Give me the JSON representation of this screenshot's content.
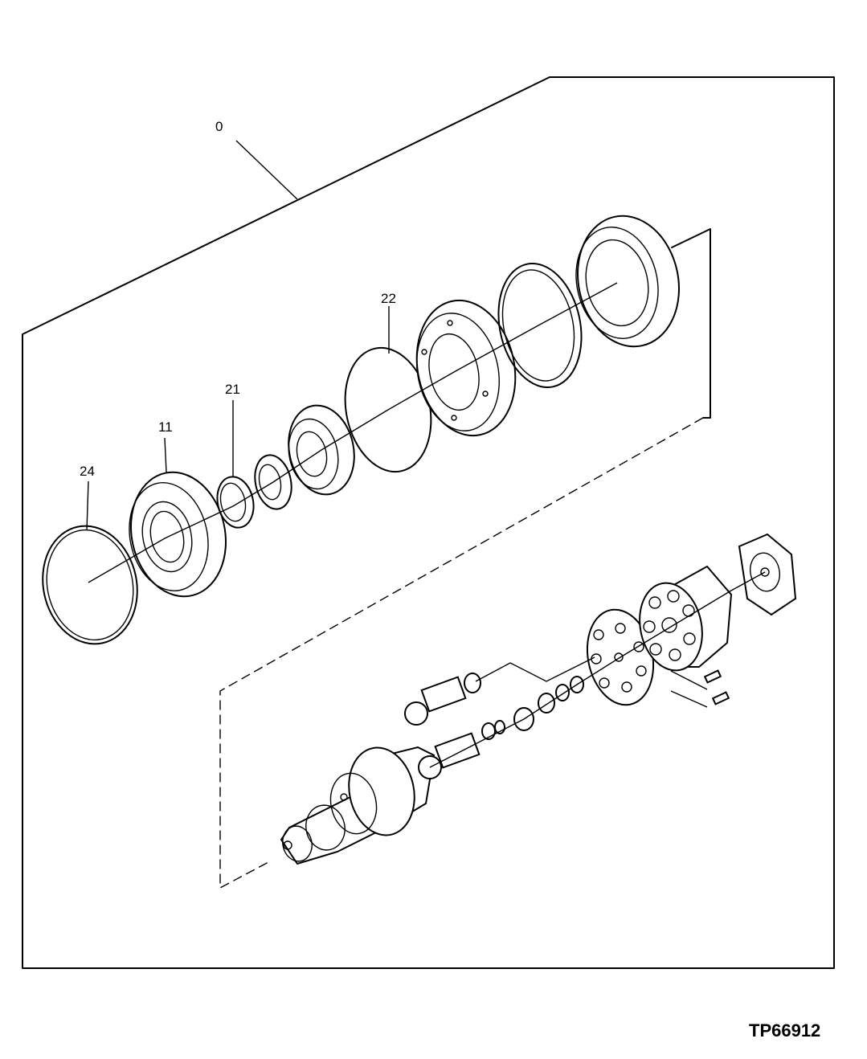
{
  "figure": {
    "id": "TP66912"
  },
  "callouts": [
    {
      "key": "assembly",
      "text": "0"
    },
    {
      "key": "o_ring",
      "text": "22"
    },
    {
      "key": "nut_ring",
      "text": "21"
    },
    {
      "key": "housing",
      "text": "11"
    },
    {
      "key": "snap_ring",
      "text": "24"
    }
  ],
  "colors": {
    "line": "#000000",
    "background": "#ffffff"
  }
}
